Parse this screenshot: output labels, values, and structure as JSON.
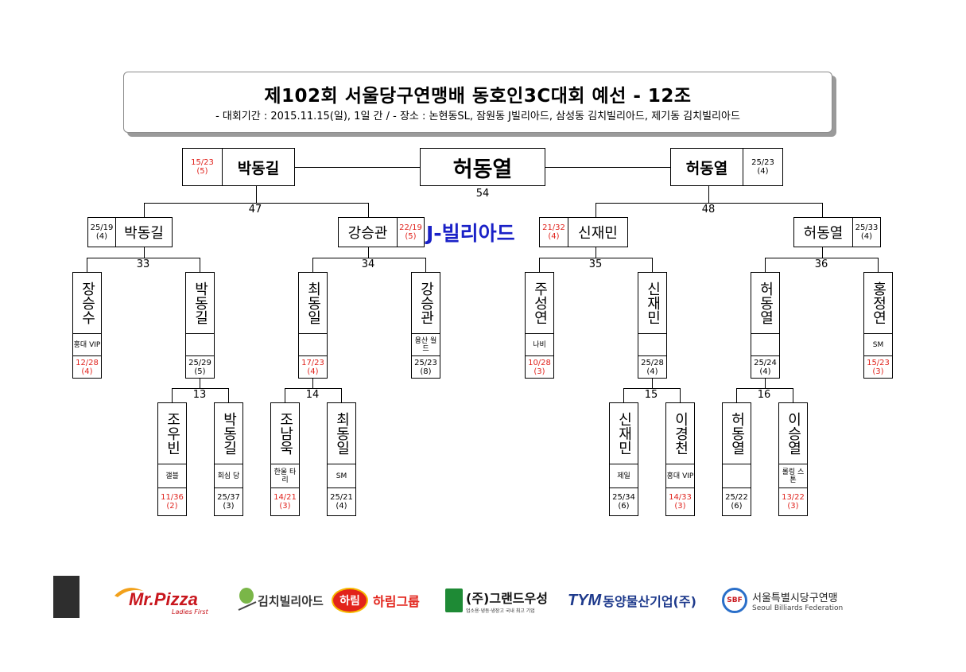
{
  "header": {
    "title": "제102회 서울당구연맹배 동호인3C대회 예선 - 12조",
    "subtitle": "- 대회기간 : 2015.11.15(일), 1일 간 / - 장소 : 논현동SL, 잠원동 J빌리아드, 삼성동 김치빌리아드, 제기동 김치빌리아드"
  },
  "final": {
    "winner": "허동열",
    "match_no": "54",
    "left": {
      "name": "박동길",
      "score": "15/23",
      "sub": "(5)"
    },
    "right": {
      "name": "허동열",
      "score": "25/23",
      "sub": "(4)"
    }
  },
  "semi": {
    "m47": "47",
    "m48": "48",
    "a": {
      "name": "박동길",
      "score": "25/19",
      "sub": "(4)"
    },
    "b": {
      "name": "강승관",
      "score": "22/19",
      "sub": "(5)"
    },
    "c": {
      "name": "신재민",
      "score": "21/32",
      "sub": "(4)"
    },
    "d": {
      "name": "허동열",
      "score": "25/33",
      "sub": "(4)"
    }
  },
  "venue": "J-빌리아드",
  "round2": {
    "m33": "33",
    "m34": "34",
    "m35": "35",
    "m36": "36",
    "m13": "13",
    "m14": "14",
    "m15": "15",
    "m16": "16"
  },
  "players": {
    "p1": {
      "name": "장승수",
      "club": "홍대 VIP",
      "score": "12/28",
      "sub": "(4)"
    },
    "p2": {
      "name": "박동길",
      "club": "",
      "score": "25/29",
      "sub": "(5)"
    },
    "p3": {
      "name": "최동일",
      "club": "",
      "score": "17/23",
      "sub": "(4)"
    },
    "p4": {
      "name": "강승관",
      "club": "용산 월드",
      "score": "25/23",
      "sub": "(8)"
    },
    "p5": {
      "name": "주성연",
      "club": "나비",
      "score": "10/28",
      "sub": "(3)"
    },
    "p6": {
      "name": "신재민",
      "club": "",
      "score": "25/28",
      "sub": "(4)"
    },
    "p7": {
      "name": "허동열",
      "club": "",
      "score": "25/24",
      "sub": "(4)"
    },
    "p8": {
      "name": "홍정연",
      "club": "SM",
      "score": "15/23",
      "sub": "(3)"
    },
    "q1": {
      "name": "조우빈",
      "club": "갤블",
      "score": "11/36",
      "sub": "(2)"
    },
    "q2": {
      "name": "박동길",
      "club": "회심 당",
      "score": "25/37",
      "sub": "(3)"
    },
    "q3": {
      "name": "조남욱",
      "club": "한울 타리",
      "score": "14/21",
      "sub": "(3)"
    },
    "q4": {
      "name": "최동일",
      "club": "SM",
      "score": "25/21",
      "sub": "(4)"
    },
    "q5": {
      "name": "신재민",
      "club": "제일",
      "score": "25/34",
      "sub": "(6)"
    },
    "q6": {
      "name": "이경천",
      "club": "홍대 VIP",
      "score": "14/33",
      "sub": "(3)"
    },
    "q7": {
      "name": "허동열",
      "club": "",
      "score": "25/22",
      "sub": "(6)"
    },
    "q8": {
      "name": "이승열",
      "club": "롤링 스톤",
      "score": "13/22",
      "sub": "(3)"
    }
  },
  "sponsors": {
    "mrpizza": "Mr.Pizza",
    "mrpizza_tag": "Ladies First",
    "kimchi": "김치빌리아드",
    "harim_logo": "하림",
    "harim": "하림그룹",
    "grand": "(주)그랜드우성",
    "grand_sub": "업소용·냉동·냉장고 국내 최고 기업",
    "tym_logo": "TYM",
    "tym": "동양물산기업(주)",
    "sbf_logo": "SBF",
    "sbf": "서울특별시당구연맹",
    "sbf_en": "Seoul Billiards Federation"
  },
  "colors": {
    "loss": "#e0231d",
    "venue": "#1a21c7",
    "pizza": "#c8161d",
    "grand": "#1e8a35",
    "tym": "#1e3a8c"
  }
}
